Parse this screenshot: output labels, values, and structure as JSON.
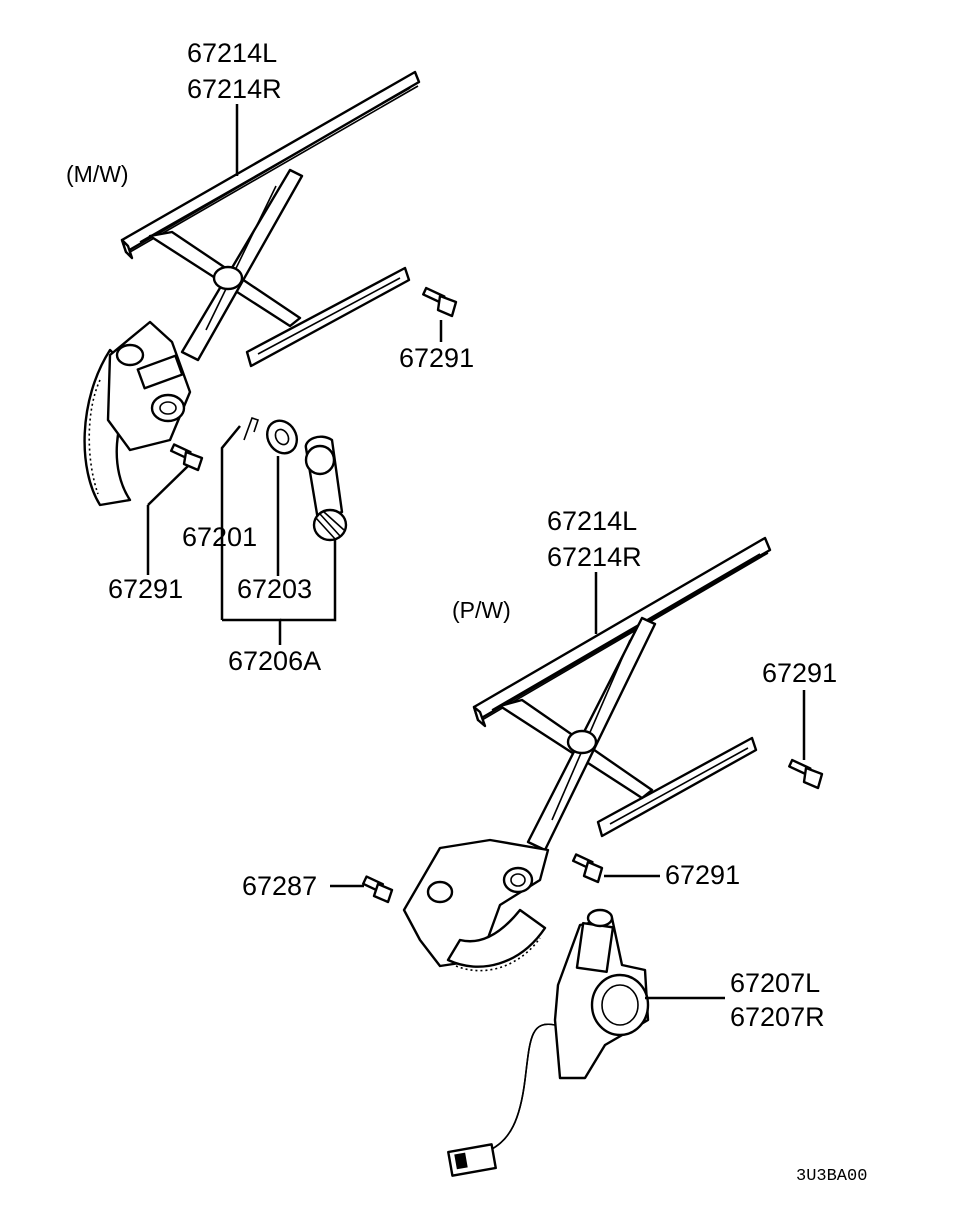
{
  "sections": {
    "manual": "(M/W)",
    "power": "(P/W)"
  },
  "labels": {
    "mw_regulator_l": "67214L",
    "mw_regulator_r": "67214R",
    "mw_bolt_right": "67291",
    "mw_bolt_left": "67291",
    "mw_clip": "67201",
    "mw_washer": "67203",
    "mw_handle_set": "67206A",
    "pw_regulator_l": "67214L",
    "pw_regulator_r": "67214R",
    "pw_bolt_right": "67291",
    "pw_bolt_mid": "67291",
    "pw_bolt_left": "67287",
    "pw_motor_l": "67207L",
    "pw_motor_r": "67207R"
  },
  "diagram_code": "3U3BA00"
}
